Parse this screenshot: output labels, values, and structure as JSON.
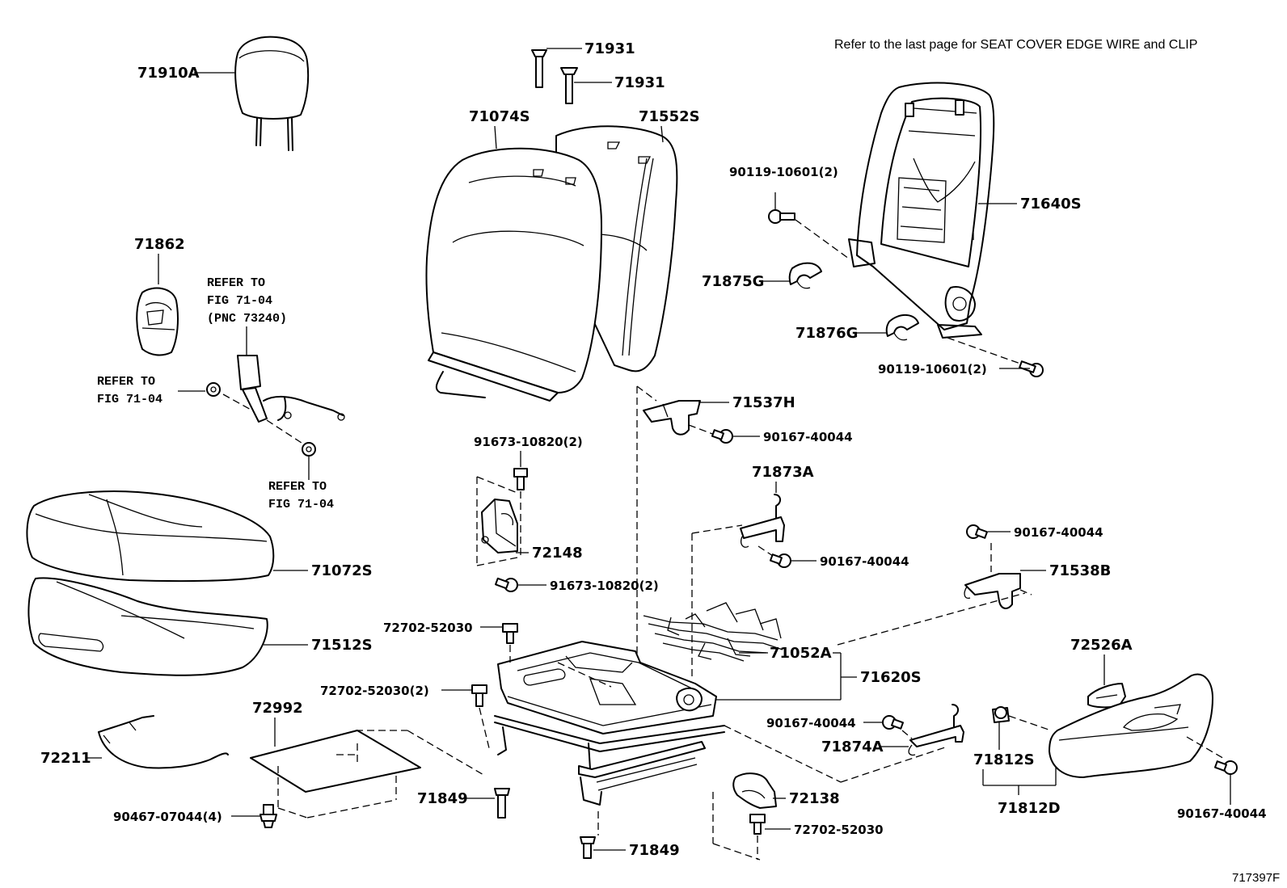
{
  "header_note": "Refer to the last page for SEAT COVER EDGE WIRE and CLIP",
  "figure_id": "717397F",
  "labels": {
    "p71910A": "71910A",
    "p71931_a": "71931",
    "p71931_b": "71931",
    "p71074S": "71074S",
    "p71552S": "71552S",
    "p90119_10601_a": "90119-10601(2)",
    "p71640S": "71640S",
    "p71875G": "71875G",
    "p71876G": "71876G",
    "p90119_10601_b": "90119-10601(2)",
    "p71862": "71862",
    "p71537H": "71537H",
    "p90167_40044_a": "90167-40044",
    "p91673_10820_a": "91673-10820(2)",
    "p71873A": "71873A",
    "p72148": "72148",
    "p90167_40044_b": "90167-40044",
    "p90167_40044_c": "90167-40044",
    "p71538B": "71538B",
    "p91673_10820_b": "91673-10820(2)",
    "p71072S": "71072S",
    "p72702_52030_a": "72702-52030",
    "p71512S": "71512S",
    "p71052A": "71052A",
    "p72526A": "72526A",
    "p71620S": "71620S",
    "p72702_52030_b": "72702-52030(2)",
    "p72992": "72992",
    "p90167_40044_d": "90167-40044",
    "p71874A": "71874A",
    "p71812S": "71812S",
    "p72211": "72211",
    "p71849_a": "71849",
    "p72138": "72138",
    "p71812D": "71812D",
    "p90467_07044": "90467-07044(4)",
    "p72702_52030_c": "72702-52030",
    "p90167_40044_e": "90167-40044",
    "p71849_b": "71849"
  },
  "refs": {
    "pnc_ref": [
      "REFER TO",
      "FIG 71-04",
      "(PNC 73240)"
    ],
    "left_ref": [
      "REFER TO",
      "FIG 71-04"
    ],
    "bottom_ref": [
      "REFER TO",
      "FIG 71-04"
    ]
  }
}
